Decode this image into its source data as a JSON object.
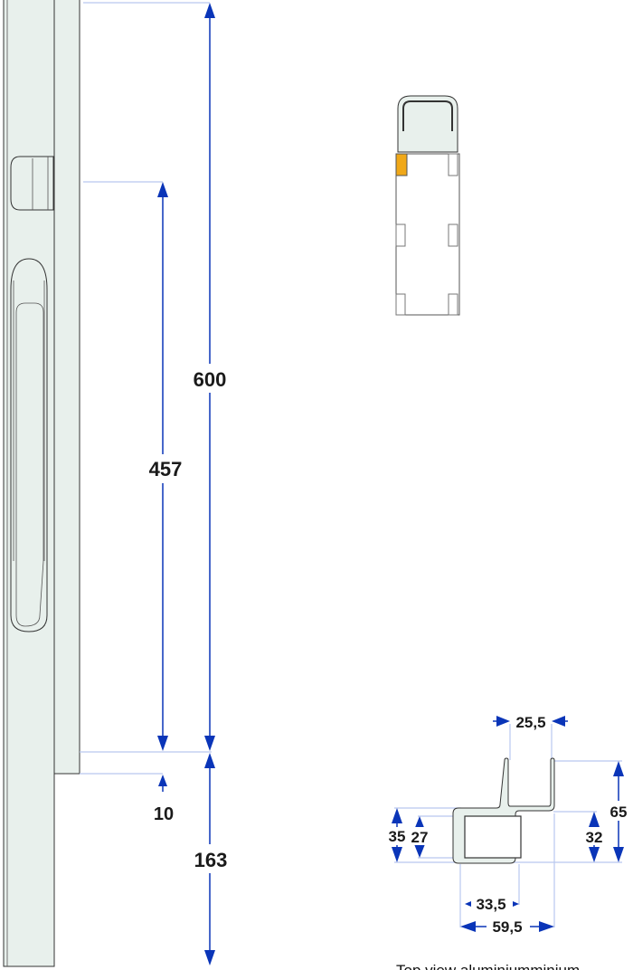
{
  "dimensions": {
    "total_height": "600",
    "handle_height": "457",
    "offset": "10",
    "lower": "163"
  },
  "profile": {
    "top_width": "25,5",
    "total_height": "65",
    "outer_height": "35",
    "inner_height": "27",
    "step_height": "32",
    "inner_width": "33,5",
    "total_width": "59,5"
  },
  "caption": "Top view aluminiumminium",
  "colors": {
    "arrow": "#0a35b8",
    "extension": "#b9c8ef",
    "part": "#e8f0ec",
    "highlight": "#f0a818"
  }
}
